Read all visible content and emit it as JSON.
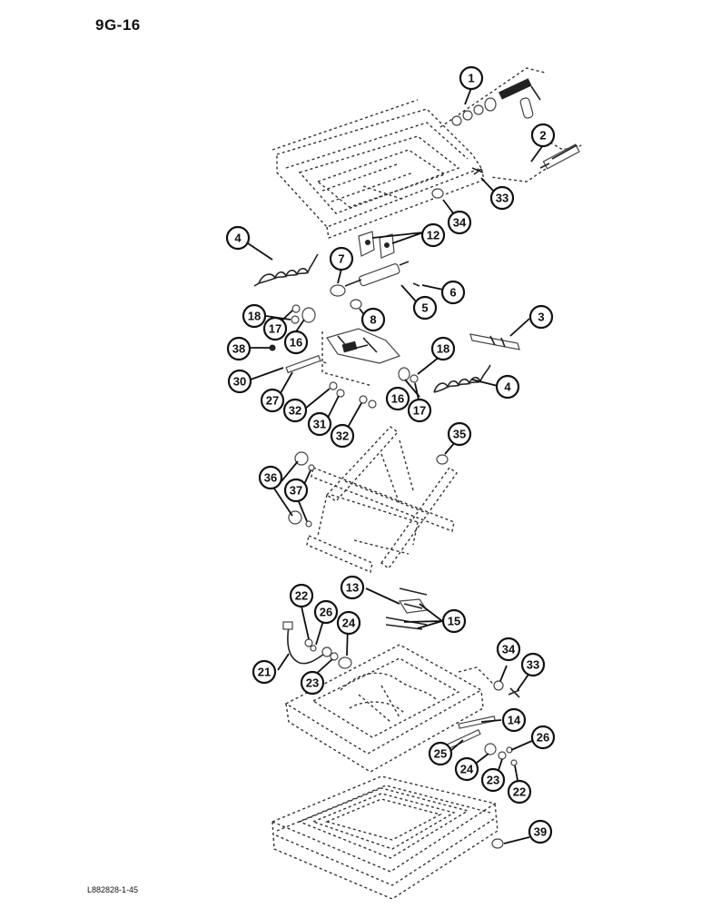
{
  "page": {
    "title": "9G-16",
    "footer_code": "L882828-1-45"
  },
  "diagram": {
    "callouts": [
      "1",
      "2",
      "33",
      "34",
      "4",
      "12",
      "7",
      "6",
      "5",
      "8",
      "3",
      "18",
      "17",
      "16",
      "38",
      "30",
      "27",
      "32",
      "31",
      "18",
      "16",
      "17",
      "4",
      "32",
      "35",
      "36",
      "37",
      "13",
      "15",
      "22",
      "26",
      "24",
      "21",
      "23",
      "34",
      "33",
      "14",
      "26",
      "25",
      "24",
      "23",
      "22",
      "39"
    ]
  }
}
